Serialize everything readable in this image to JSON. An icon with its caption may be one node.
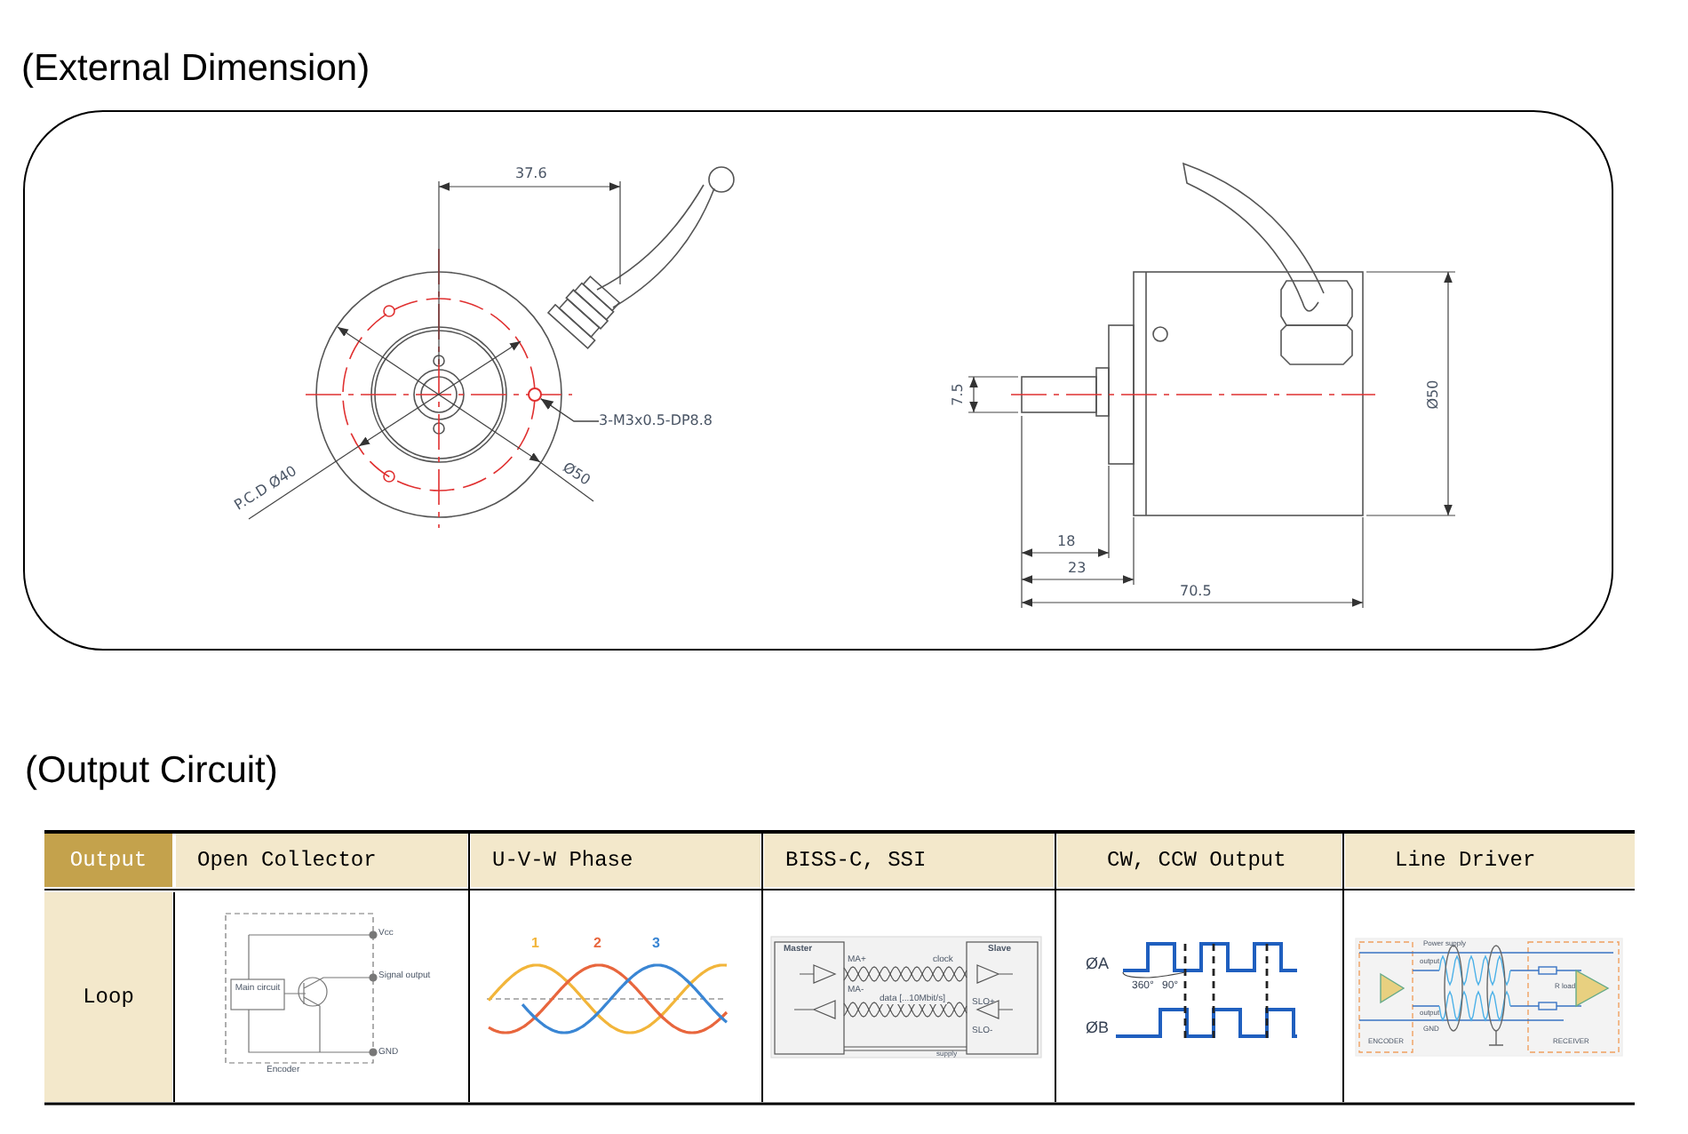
{
  "diagram": {
    "nodes": [
      {
        "text": [
          "3-M3x0.5-DP8.8"
        ]
      },
      {
        "text": [],
        "shape": "circle"
      }
    ],
    "edges": [
      {
        "from": 0,
        "to": 1,
        "arrow": "to"
      }
    ],
    "labels": [
      "(External Dimension)",
      "37.6",
      "P.C.D Ø40",
      "Ø50",
      "7.5",
      "Ø50",
      "18",
      "23",
      "70.5",
      "(Output Circuit)",
      "Output",
      "Open Collector",
      "U-V-W Phase",
      "BISS-C, SSI",
      "CW, CCW Output",
      "Line Driver",
      "Loop",
      "Vcc",
      "Main circuit",
      "Signal output",
      "GND",
      "Encoder",
      "1",
      "2",
      "3",
      "Master",
      "Slave",
      "MA+",
      "clock",
      "MA-",
      "data [...10Mbit/s]",
      "SLO+",
      "SLO-",
      "supply",
      "ØA",
      "360°",
      "90°",
      "ØB",
      "Power supply",
      "output",
      "output",
      "GND",
      "R load",
      "ENCODER",
      "RECEIVER"
    ]
  }
}
